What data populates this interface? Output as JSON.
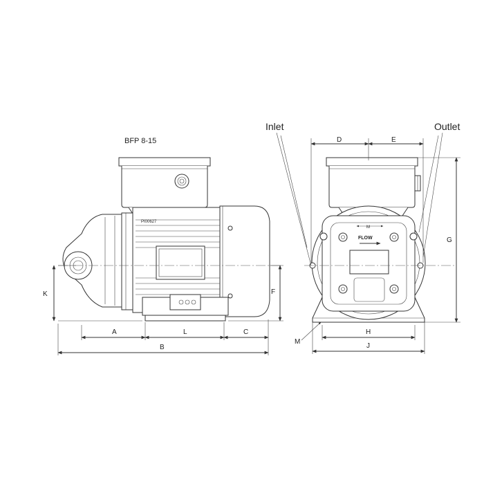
{
  "model_label": "BFP 8-15",
  "nameplate_text": "PI00627",
  "callouts": {
    "inlet": "Inlet",
    "outlet": "Outlet",
    "flow": "FLOW",
    "rotation": "M"
  },
  "dimensions": {
    "A": "A",
    "B": "B",
    "C": "C",
    "D": "D",
    "E": "E",
    "F": "F",
    "G": "G",
    "H": "H",
    "J": "J",
    "K": "K",
    "L": "L",
    "M": "M"
  }
}
